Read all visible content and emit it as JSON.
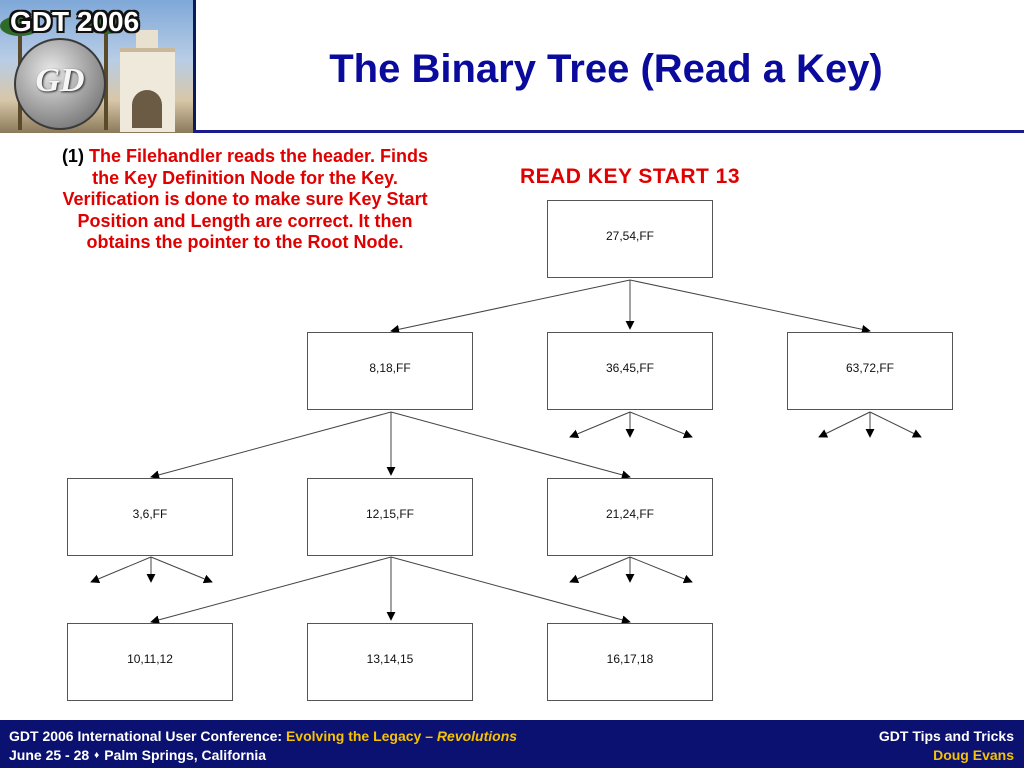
{
  "header": {
    "logo_text": "GDT 2006",
    "badge_text": "GD",
    "title": "The Binary Tree (Read a Key)"
  },
  "note": {
    "number": "(1)",
    "text": "The Filehandler reads the header.  Finds the Key Definition Node for the Key.  Verification is done to make sure Key Start Position and Length are correct.   It then obtains the pointer to the Root Node."
  },
  "diagram": {
    "title": "READ KEY START 13",
    "nodes": [
      {
        "id": "root",
        "label": "27,54,FF"
      },
      {
        "id": "l1-left",
        "label": "8,18,FF"
      },
      {
        "id": "l1-mid",
        "label": "36,45,FF"
      },
      {
        "id": "l1-right",
        "label": "63,72,FF"
      },
      {
        "id": "l2-left",
        "label": "3,6,FF"
      },
      {
        "id": "l2-mid",
        "label": "12,15,FF"
      },
      {
        "id": "l2-right",
        "label": "21,24,FF"
      },
      {
        "id": "l3-left",
        "label": "10,11,12"
      },
      {
        "id": "l3-mid",
        "label": "13,14,15"
      },
      {
        "id": "l3-right",
        "label": "16,17,18"
      }
    ]
  },
  "footer": {
    "conference": "GDT 2006 International User Conference:",
    "theme": "Evolving the Legacy –",
    "theme_italic": "Revolutions",
    "dates": "June 25 - 28",
    "separator": "♦",
    "location": "Palm Springs, California",
    "session": "GDT Tips and Tricks",
    "speaker": "Doug Evans"
  },
  "colors": {
    "title_blue": "#0a0a9c",
    "note_red": "#e00000",
    "footer_navy": "#0b1170",
    "footer_gold": "#f7c200"
  }
}
